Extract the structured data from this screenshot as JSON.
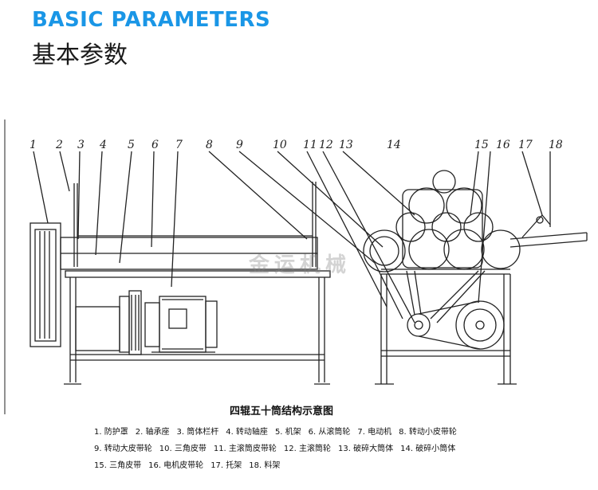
{
  "header": {
    "title_en": "BASIC PARAMETERS",
    "title_cn": "基本参数"
  },
  "diagram": {
    "title": "四辊五十筒结构示意图",
    "watermark": "金运机械",
    "callout_numbers": [
      "1",
      "2",
      "3",
      "4",
      "5",
      "6",
      "7",
      "8",
      "9",
      "10",
      "11",
      "12",
      "13",
      "14",
      "15",
      "16",
      "17",
      "18"
    ],
    "legend_rows": [
      [
        "1. 防护罩",
        "2. 轴承座",
        "3. 筒体栏杆",
        "4. 转动轴座",
        "5. 机架",
        "6. 从滚筒轮",
        "7. 电动机",
        "8. 转动小皮带轮"
      ],
      [
        "9. 转动大皮带轮",
        "10. 三角皮带",
        "11. 主滚筒皮带轮",
        "12. 主滚筒轮",
        "13. 破碎大筒体",
        "14. 破碎小筒体"
      ],
      [
        "15. 三角皮带",
        "16. 电机皮带轮",
        "17. 托架",
        "18. 料架"
      ]
    ]
  },
  "colors": {
    "accent": "#1a96e6",
    "ink": "#222222"
  }
}
